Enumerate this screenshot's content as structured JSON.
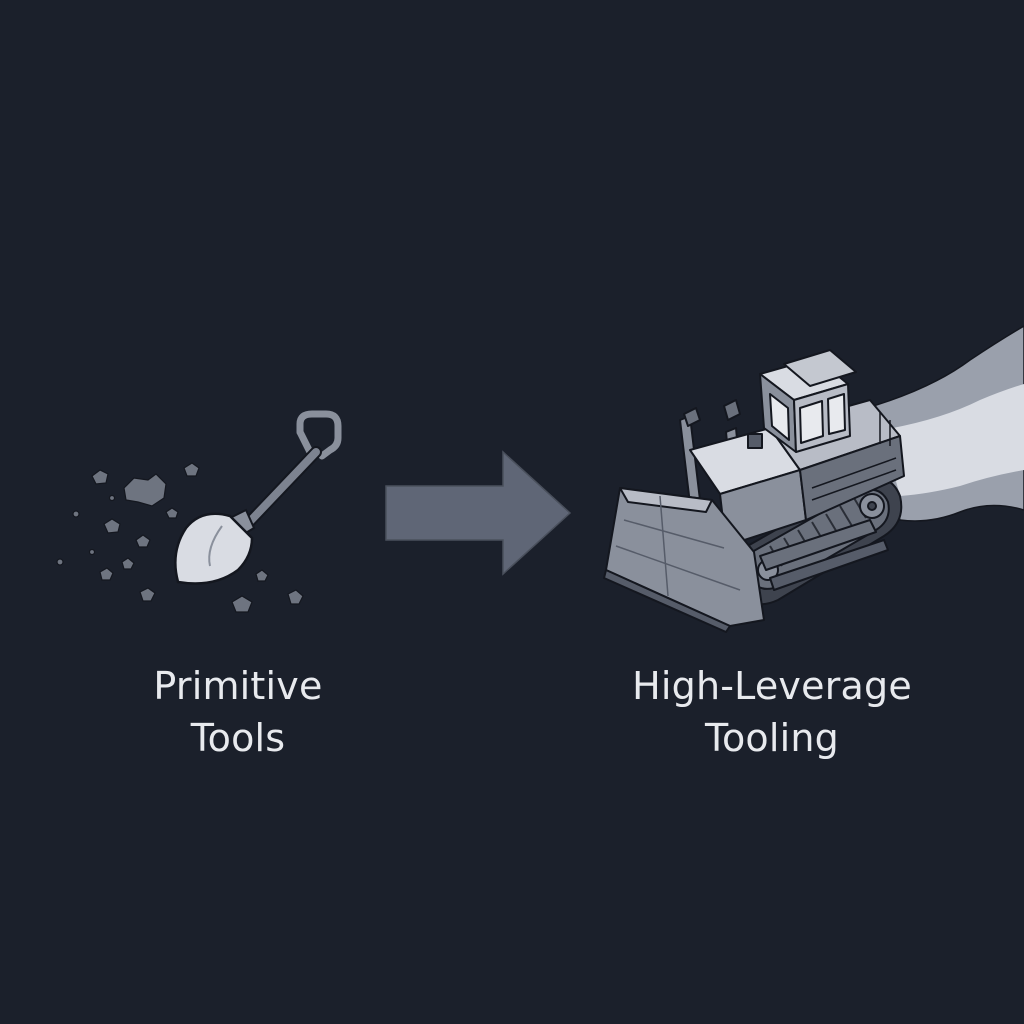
{
  "left": {
    "caption_line1": "Primitive",
    "caption_line2": "Tools",
    "icon": "shovel-icon"
  },
  "arrow": {
    "icon": "arrow-right-icon"
  },
  "right": {
    "caption_line1": "High-Leverage",
    "caption_line2": "Tooling",
    "icon": "bulldozer-icon"
  },
  "colors": {
    "background": "#1b202b",
    "text": "#e8eaee",
    "arrow": "#5f6676",
    "metal_light": "#d9dce3",
    "metal_mid": "#8a909c",
    "metal_dark": "#565c69",
    "outline": "#14171f"
  }
}
